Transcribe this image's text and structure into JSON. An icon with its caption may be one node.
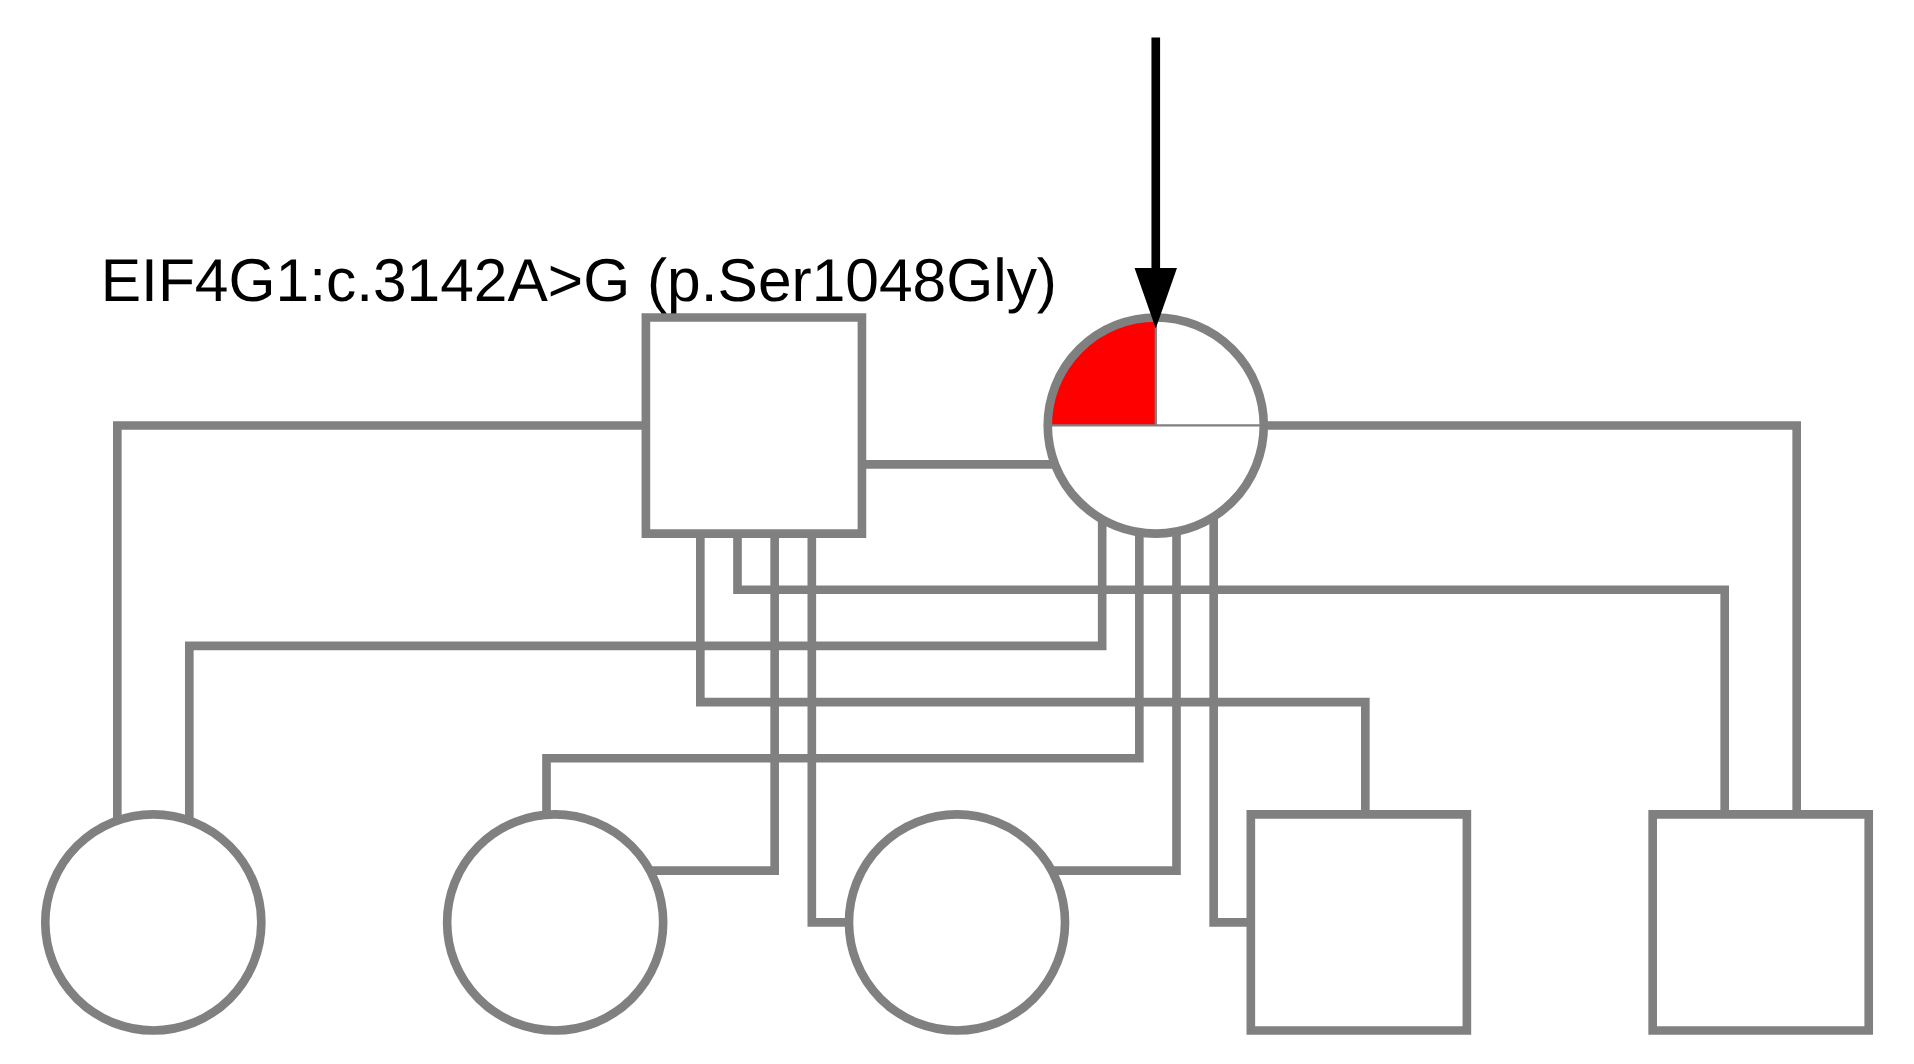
{
  "diagram": {
    "nodes": [
      {
        "text": [],
        "shape": "box"
      },
      {
        "text": [],
        "shape": "circle",
        "beside": [
          "EIF4G1:c.3142A>G (p.Ser1048Gly)"
        ]
      },
      {
        "text": [],
        "shape": "circle"
      },
      {
        "text": [],
        "shape": "circle"
      },
      {
        "text": [],
        "shape": "circle"
      },
      {
        "text": [],
        "shape": "box"
      },
      {
        "text": [],
        "shape": "box"
      }
    ],
    "edges": [
      {
        "from": 0,
        "to": 1,
        "arrow": "none"
      },
      {
        "from": 0,
        "to": 2,
        "arrow": "none"
      },
      {
        "from": 0,
        "to": 3,
        "arrow": "none"
      },
      {
        "from": 0,
        "to": 4,
        "arrow": "none"
      },
      {
        "from": 0,
        "to": 5,
        "arrow": "none"
      },
      {
        "from": 0,
        "to": 6,
        "arrow": "none"
      },
      {
        "from": 1,
        "to": 2,
        "arrow": "none"
      },
      {
        "from": 1,
        "to": 3,
        "arrow": "none"
      },
      {
        "from": 1,
        "to": 4,
        "arrow": "none"
      },
      {
        "from": 1,
        "to": 5,
        "arrow": "none"
      },
      {
        "from": 1,
        "to": 6,
        "arrow": "none"
      },
      {
        "from": null,
        "to": 1,
        "arrow": "to",
        "color": "#000000"
      }
    ]
  }
}
